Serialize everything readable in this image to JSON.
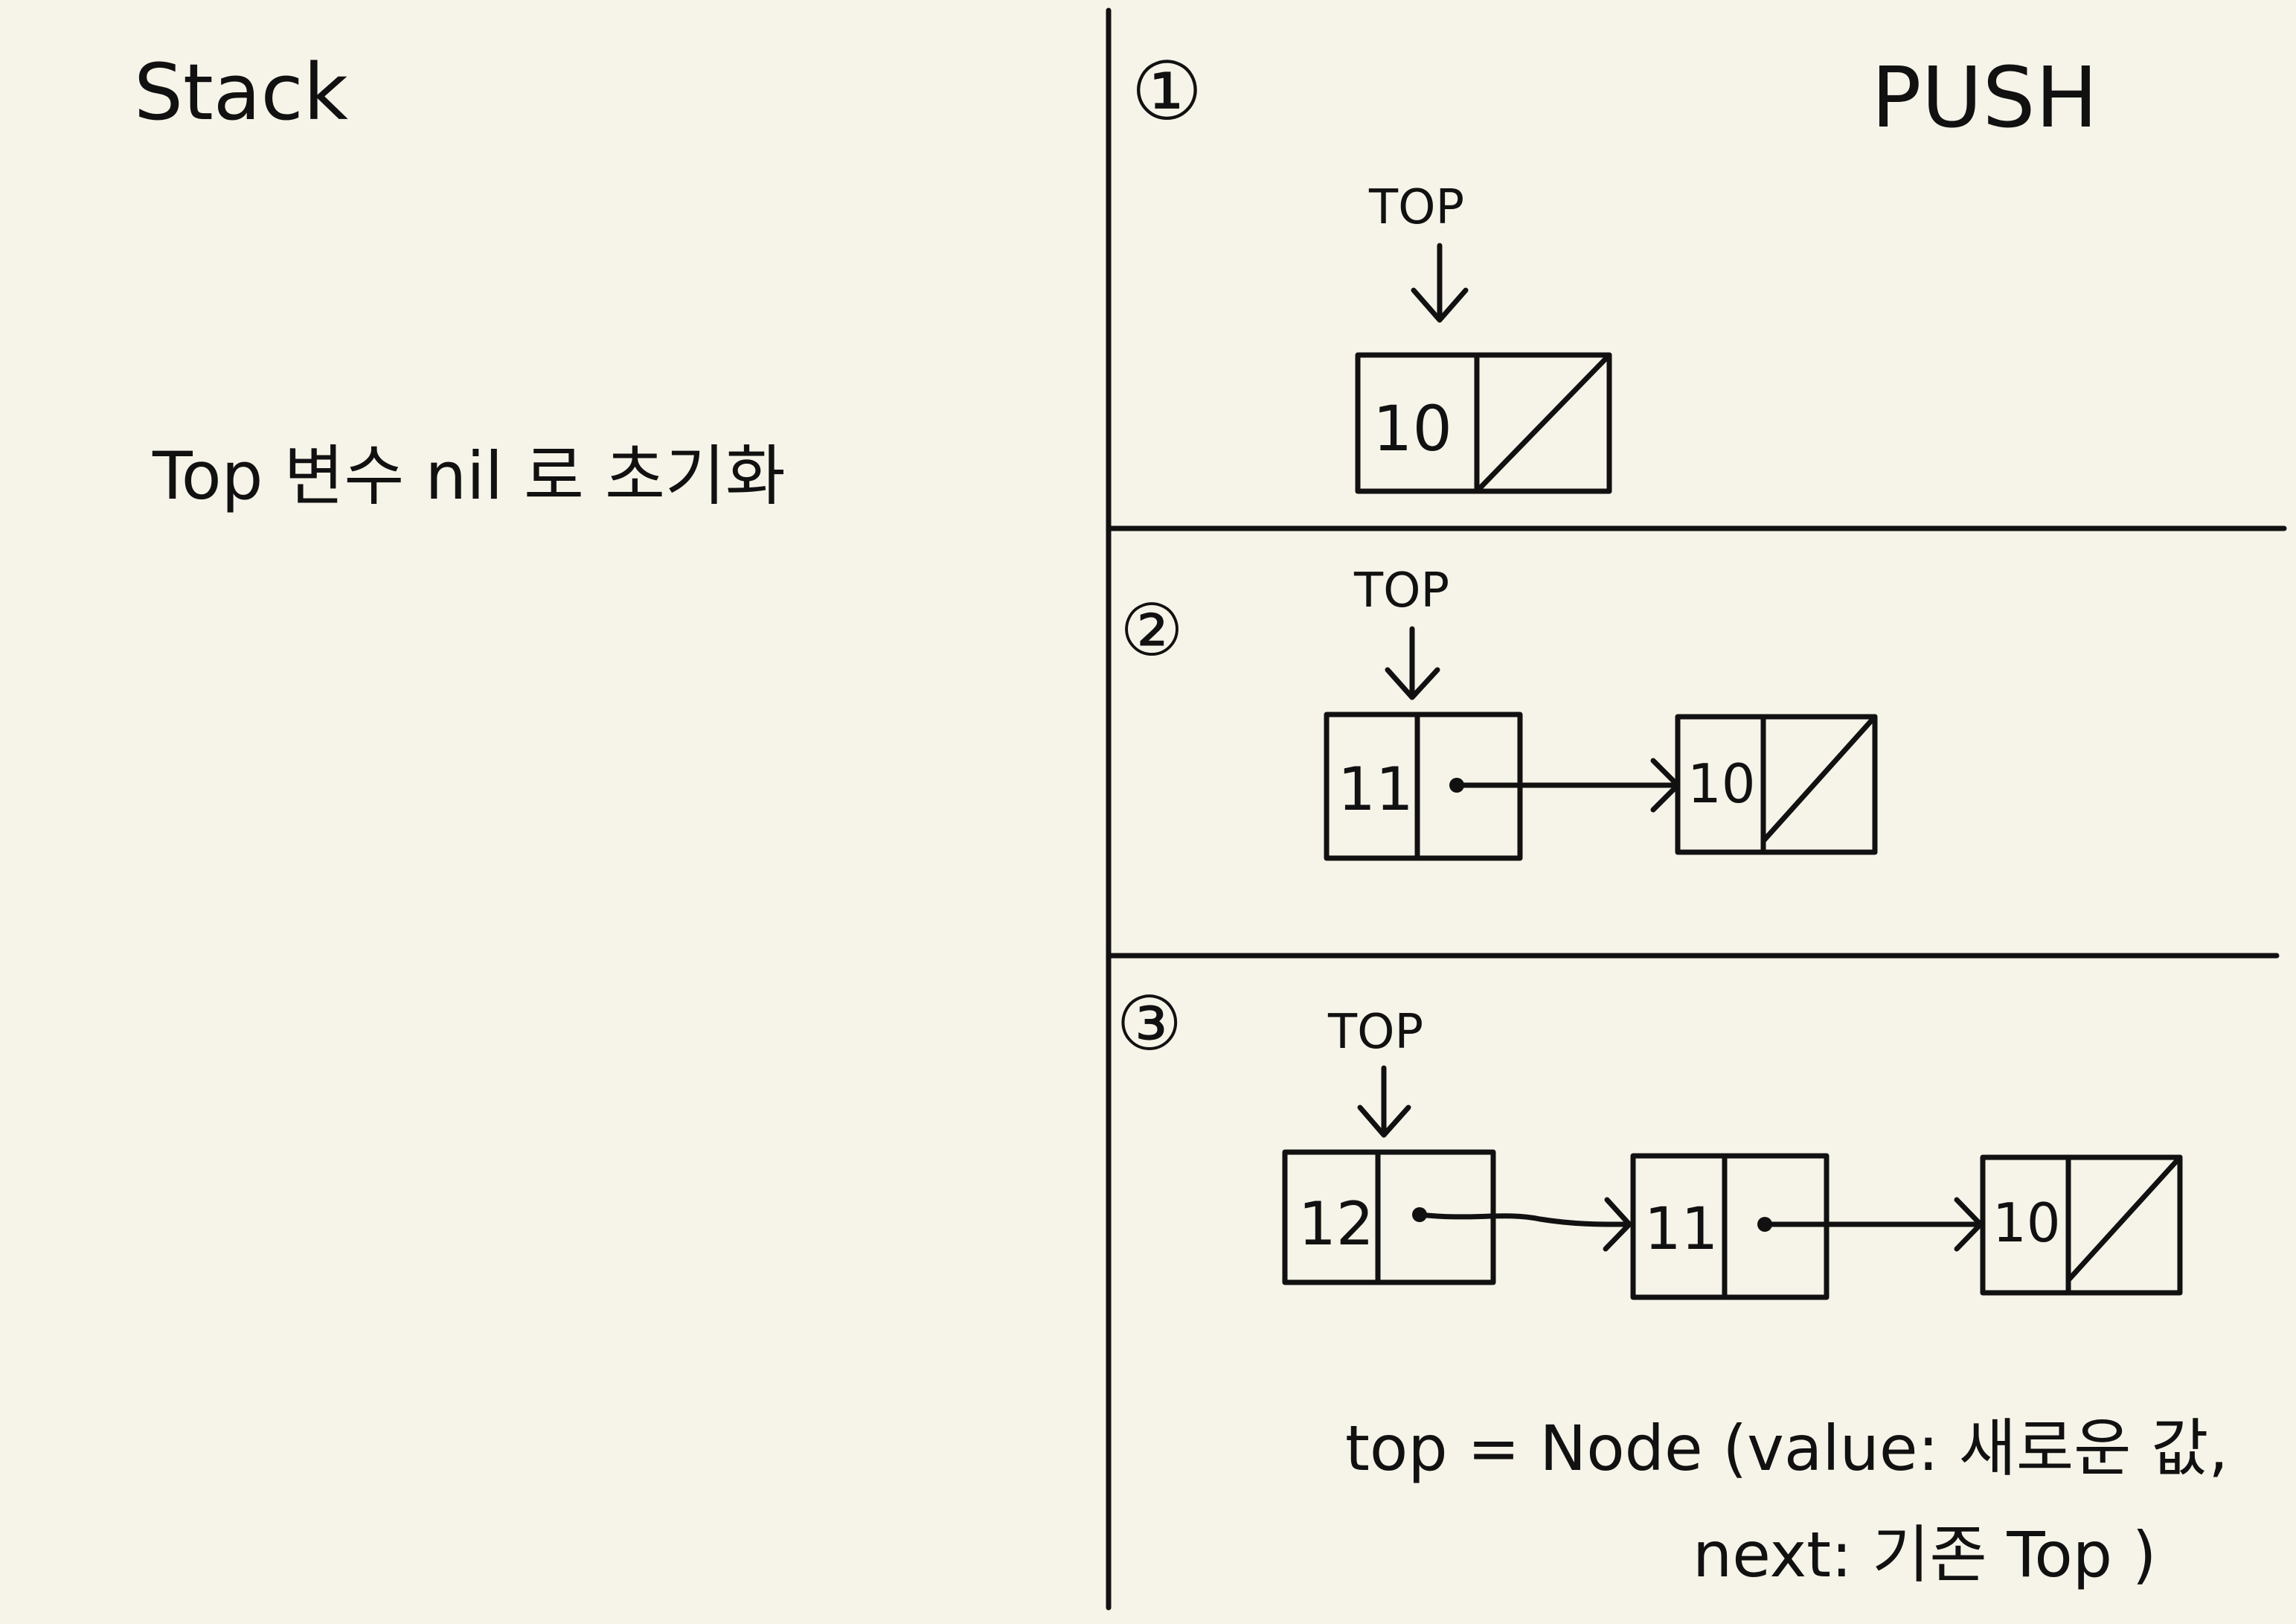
{
  "colors": {
    "background": "#f6f4e8",
    "ink": "#111111"
  },
  "left_panel": {
    "title": "Stack",
    "note": "Top 변수 nil 로 초기화"
  },
  "right_panel": {
    "heading": "PUSH",
    "steps": [
      {
        "number": "①",
        "pointer_label": "TOP",
        "nodes": [
          {
            "value": "10",
            "next": "nil"
          }
        ]
      },
      {
        "number": "②",
        "pointer_label": "TOP",
        "nodes": [
          {
            "value": "11",
            "next": "pointer"
          },
          {
            "value": "10",
            "next": "nil"
          }
        ]
      },
      {
        "number": "③",
        "pointer_label": "TOP",
        "nodes": [
          {
            "value": "12",
            "next": "pointer"
          },
          {
            "value": "11",
            "next": "pointer"
          },
          {
            "value": "10",
            "next": "nil"
          }
        ]
      }
    ],
    "code_line_1": "top = Node (value: 새로운 값,",
    "code_line_2": "next: 기존 Top )"
  }
}
